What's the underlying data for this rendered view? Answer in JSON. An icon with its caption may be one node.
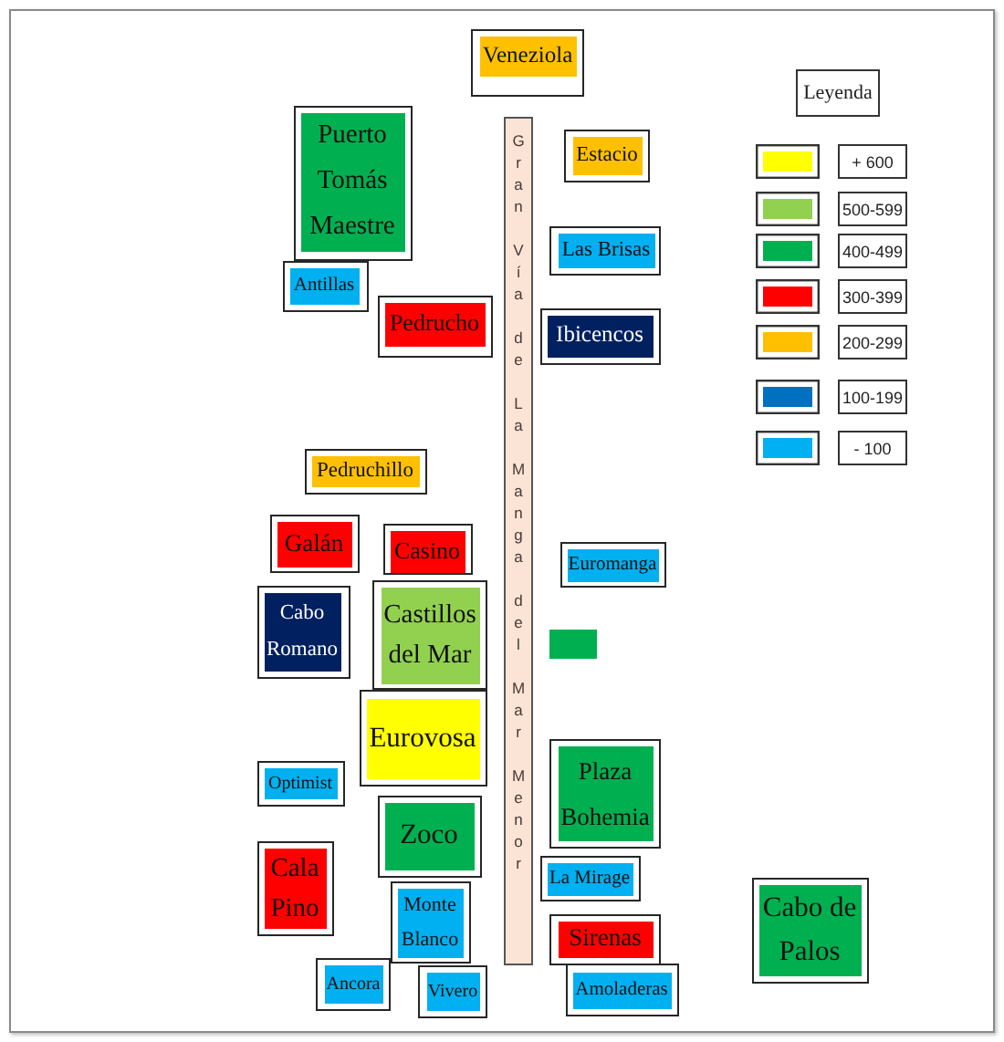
{
  "diagram": {
    "nodes": [
      {
        "text": [
          "Veneziola"
        ]
      },
      {
        "text": [
          "Puerto Tomás Maestre"
        ]
      },
      {
        "text": [
          "Gran Vía de La Manga del Mar Menor"
        ]
      },
      {
        "text": [
          "Estacio"
        ]
      },
      {
        "text": [
          "Las Brisas"
        ]
      },
      {
        "text": [
          "Antillas"
        ]
      },
      {
        "text": [
          "Pedrucho"
        ]
      },
      {
        "text": [
          "Ibicencos"
        ]
      },
      {
        "text": [
          "Pedruchillo"
        ]
      },
      {
        "text": [
          "Galán"
        ]
      },
      {
        "text": [
          "Casino"
        ]
      },
      {
        "text": [
          "Euromanga"
        ]
      },
      {
        "text": [
          "Cabo Romano"
        ]
      },
      {
        "text": [
          "Castillos del Mar"
        ]
      },
      {
        "text": [],
        "shape": "box"
      },
      {
        "text": [
          "Eurovosa"
        ]
      },
      {
        "text": [
          "Plaza Bohemia"
        ]
      },
      {
        "text": [
          "Optimist"
        ]
      },
      {
        "text": [
          "Zoco"
        ]
      },
      {
        "text": [
          "Cala Pino"
        ]
      },
      {
        "text": [
          "La Mirage"
        ]
      },
      {
        "text": [
          "Cabo de Palos"
        ]
      },
      {
        "text": [
          "Monte Blanco"
        ]
      },
      {
        "text": [
          "Sirenas"
        ]
      },
      {
        "text": [
          "Ancora"
        ]
      },
      {
        "text": [
          "Amoladeras"
        ]
      },
      {
        "text": [
          "Vivero"
        ]
      }
    ],
    "labels": [
      "Leyenda"
    ],
    "legend": [
      {
        "text": "+ 600",
        "color": "#ffff00"
      },
      {
        "text": "500-599",
        "color": "#92d050"
      },
      {
        "text": "400-499",
        "color": "#00b050"
      },
      {
        "text": "300-399",
        "color": "#ff0000"
      },
      {
        "text": "200-299",
        "color": "#ffc000"
      },
      {
        "text": "100-199",
        "color": "#0070c0"
      },
      {
        "text": "- 100",
        "color": "#00b0f0"
      }
    ]
  }
}
